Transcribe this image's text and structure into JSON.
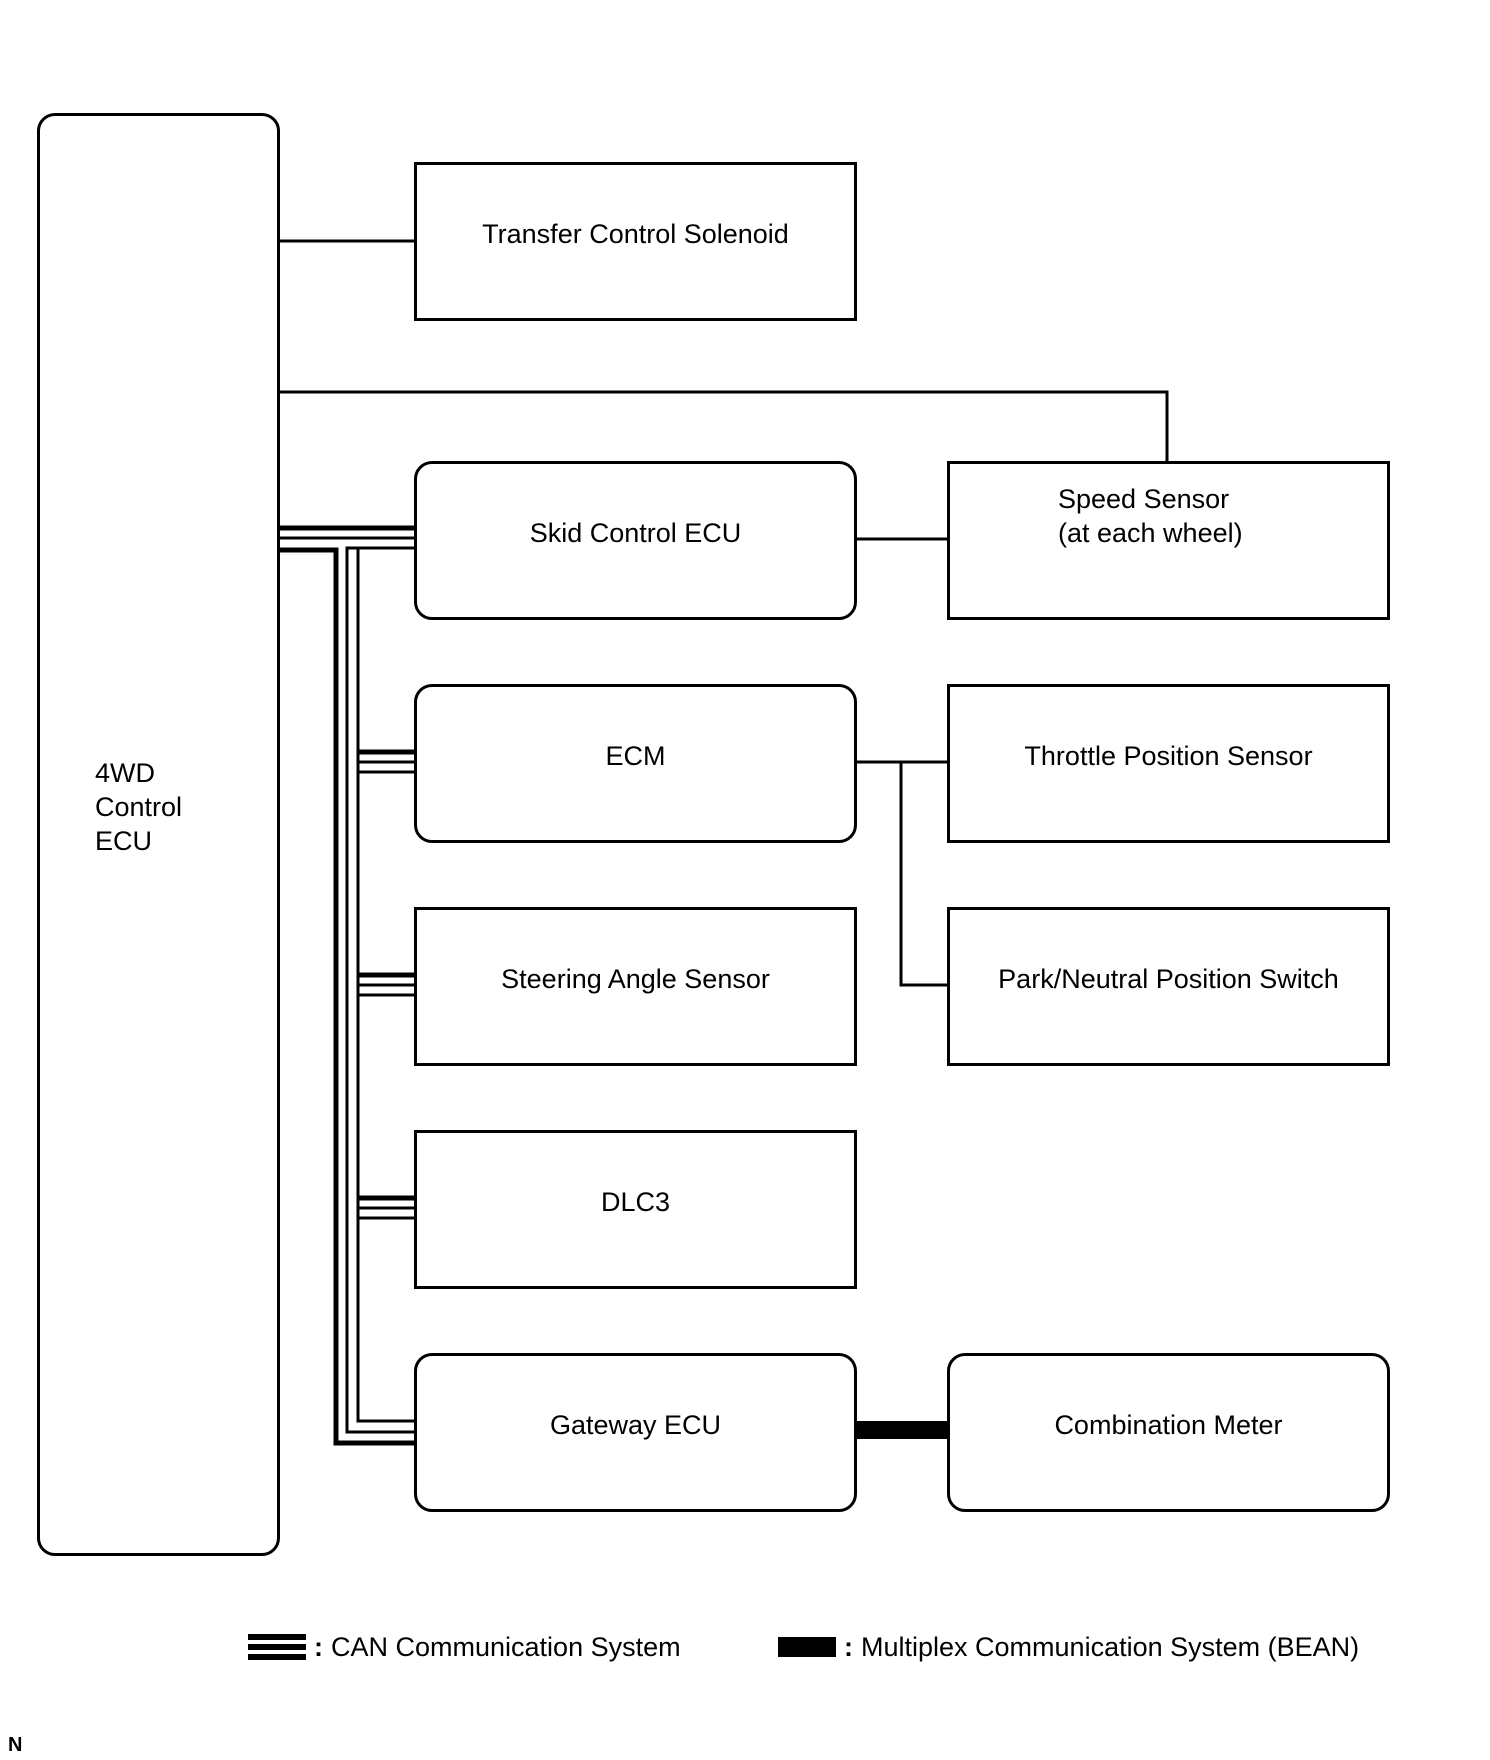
{
  "diagram": {
    "ecu_4wd": {
      "line1": "4WD",
      "line2": "Control",
      "line3": "ECU"
    },
    "transfer_solenoid": "Transfer Control Solenoid",
    "skid_ecu": "Skid Control ECU",
    "speed_sensor": {
      "line1": "Speed Sensor",
      "line2": "(at each wheel)"
    },
    "ecm": "ECM",
    "throttle_sensor": "Throttle Position Sensor",
    "steering_sensor": "Steering Angle Sensor",
    "park_neutral_switch": "Park/Neutral Position Switch",
    "dlc3": "DLC3",
    "gateway_ecu": "Gateway ECU",
    "combination_meter": "Combination Meter"
  },
  "legend": {
    "separator": ":",
    "can": "CAN Communication System",
    "bean": "Multiplex Communication System (BEAN)"
  },
  "corner_mark": "N"
}
